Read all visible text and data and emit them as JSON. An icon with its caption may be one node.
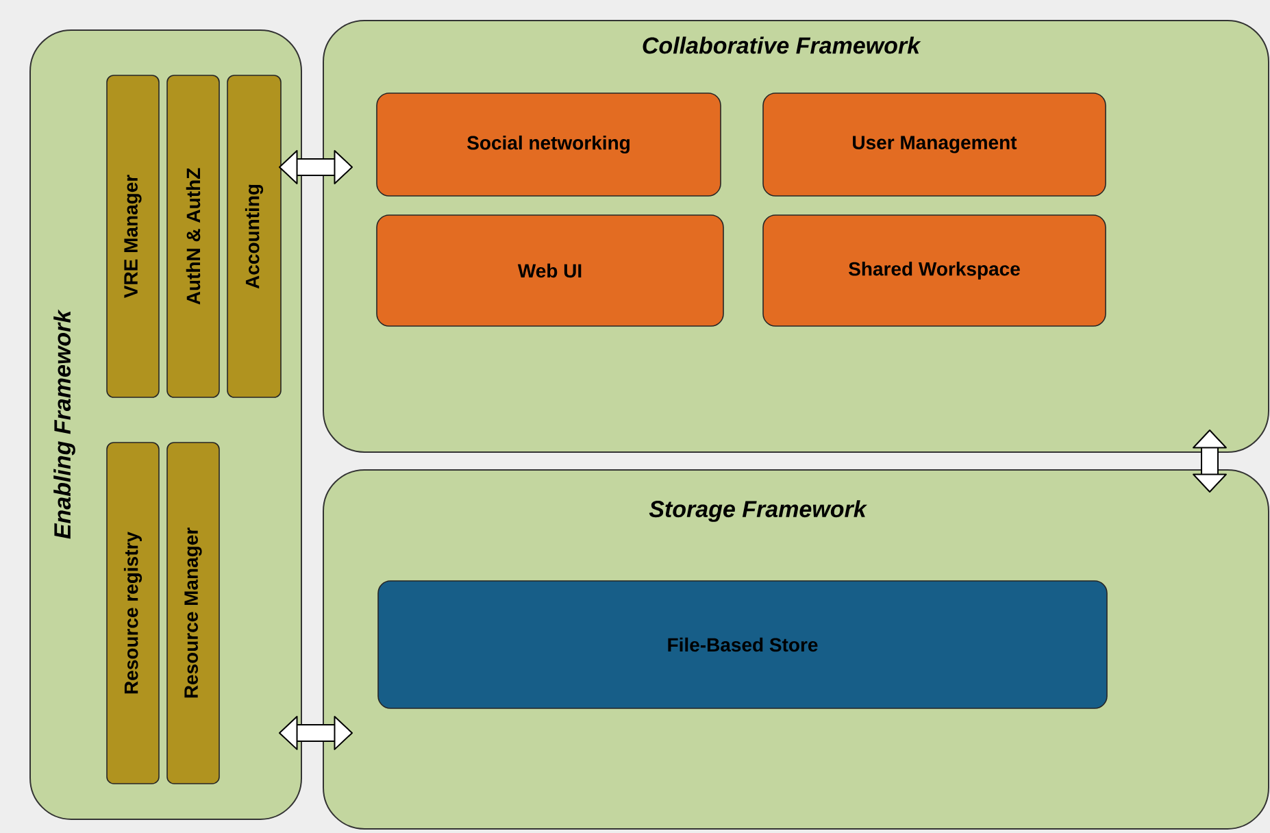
{
  "diagram": {
    "nodes": [
      {
        "text": [
          "Enabling Framework"
        ]
      },
      {
        "text": [
          "VRE Manager"
        ],
        "in": 0
      },
      {
        "text": [
          "AuthN & AuthZ"
        ],
        "in": 0
      },
      {
        "text": [
          "Accounting"
        ],
        "in": 0
      },
      {
        "text": [
          "Resource registry"
        ],
        "in": 0
      },
      {
        "text": [
          "Resource Manager"
        ],
        "in": 0
      },
      {
        "text": [
          "Collaborative Framework"
        ]
      },
      {
        "text": [
          "Social networking"
        ],
        "in": 6
      },
      {
        "text": [
          "User Management"
        ],
        "in": 6
      },
      {
        "text": [
          "Web UI"
        ],
        "in": 6
      },
      {
        "text": [
          "Shared Workspace"
        ],
        "in": 6
      },
      {
        "text": [
          "Storage Framework"
        ]
      },
      {
        "text": [
          "File-Based Store"
        ],
        "in": 11
      }
    ],
    "edges": [
      {
        "from": 0,
        "to": 6,
        "arrow": "both"
      },
      {
        "from": 0,
        "to": 11,
        "arrow": "both"
      },
      {
        "from": 6,
        "to": 11,
        "arrow": "both"
      }
    ]
  }
}
